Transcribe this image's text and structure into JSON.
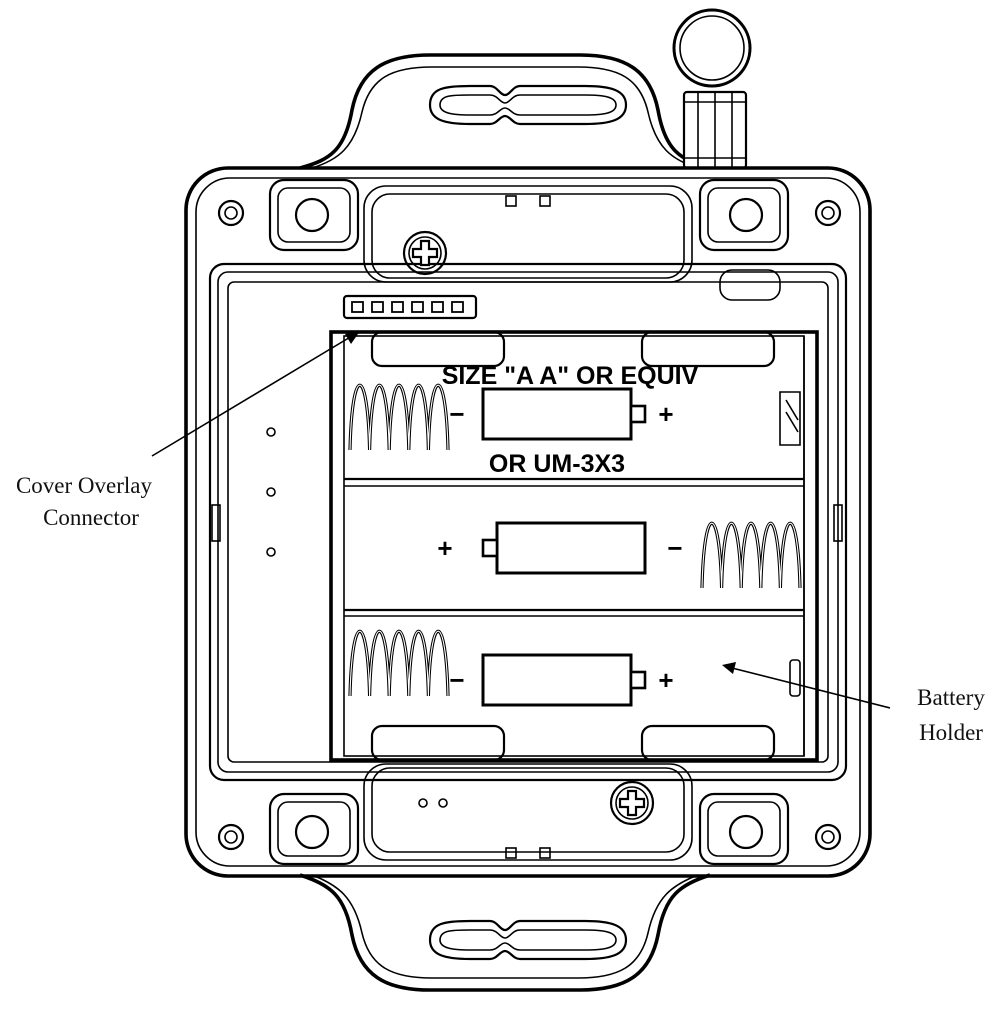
{
  "figure": {
    "callouts": {
      "cover_overlay_connector": [
        "Cover Overlay",
        "Connector"
      ],
      "battery_holder": [
        "Battery",
        "Holder"
      ]
    },
    "battery_markings": {
      "line1": "SIZE \"A A\" OR EQUIV",
      "line2": "OR UM-3X3",
      "plus": "+",
      "minus": "−"
    },
    "battery_slots": [
      {
        "orientation": "plus-right"
      },
      {
        "orientation": "plus-left"
      },
      {
        "orientation": "plus-right"
      }
    ],
    "connector_pins": 6
  }
}
